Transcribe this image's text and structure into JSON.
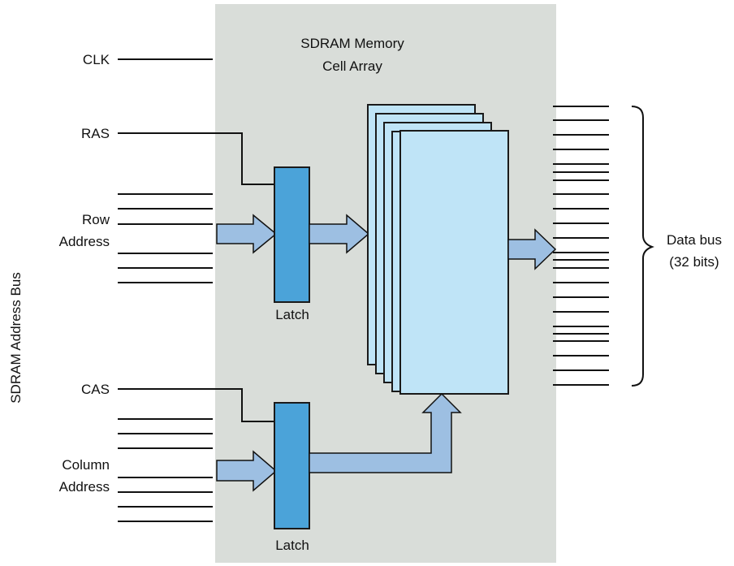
{
  "diagram": {
    "array_title_line1": "SDRAM Memory",
    "array_title_line2": "Cell Array",
    "bus_label": "SDRAM Address Bus",
    "clk_label": "CLK",
    "ras_label": "RAS",
    "cas_label": "CAS",
    "row_address_line1": "Row",
    "row_address_line2": "Address",
    "column_address_line1": "Column",
    "column_address_line2": "Address",
    "row_latch_label": "Latch",
    "column_latch_label": "Latch",
    "data_bus_line1": "Data bus",
    "data_bus_line2": "(32 bits)"
  },
  "colors": {
    "panel": "#d9ddd9",
    "latch": "#4ba3d9",
    "latch_stroke": "#1a1a1a",
    "arrow_fill": "#9dbfe2",
    "memory_fill": "#bfe4f7",
    "line": "#111111"
  }
}
